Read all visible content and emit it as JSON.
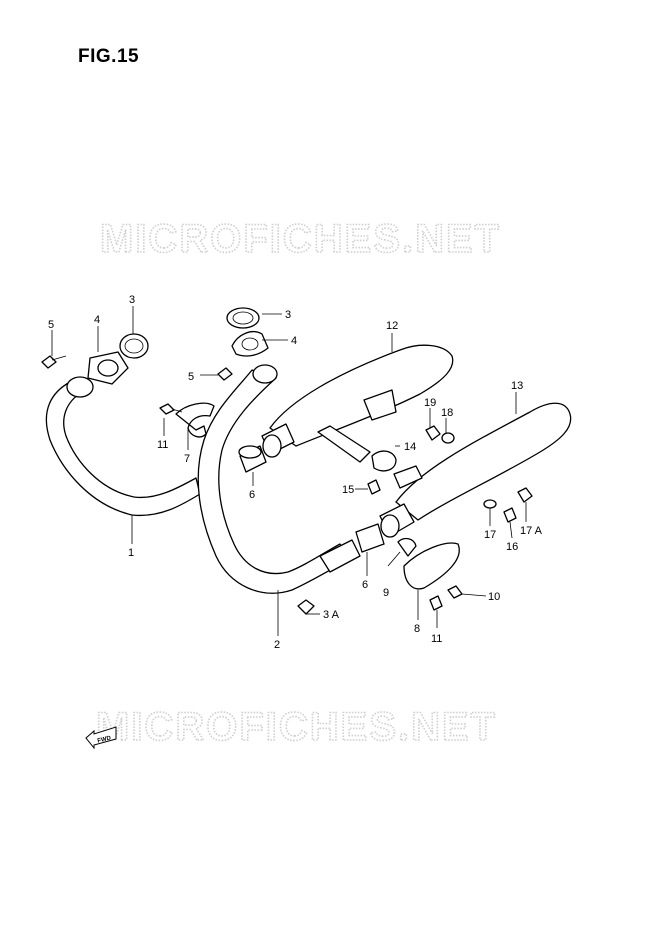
{
  "figure": {
    "title": "FIG.15",
    "watermark_top": "MICROFICHES.NET",
    "watermark_bottom": "MICROFICHES.NET",
    "fwd_label": "FWD"
  },
  "callouts": [
    {
      "id": "c1",
      "text": "1"
    },
    {
      "id": "c2",
      "text": "2"
    },
    {
      "id": "c3a",
      "text": "3"
    },
    {
      "id": "c3b",
      "text": "3"
    },
    {
      "id": "c3A",
      "text": "3 A"
    },
    {
      "id": "c4a",
      "text": "4"
    },
    {
      "id": "c4b",
      "text": "4"
    },
    {
      "id": "c5a",
      "text": "5"
    },
    {
      "id": "c5b",
      "text": "5"
    },
    {
      "id": "c6a",
      "text": "6"
    },
    {
      "id": "c6b",
      "text": "6"
    },
    {
      "id": "c7",
      "text": "7"
    },
    {
      "id": "c8",
      "text": "8"
    },
    {
      "id": "c9",
      "text": "9"
    },
    {
      "id": "c10",
      "text": "10"
    },
    {
      "id": "c11a",
      "text": "11"
    },
    {
      "id": "c11b",
      "text": "11"
    },
    {
      "id": "c12",
      "text": "12"
    },
    {
      "id": "c13",
      "text": "13"
    },
    {
      "id": "c14",
      "text": "14"
    },
    {
      "id": "c15",
      "text": "15"
    },
    {
      "id": "c16",
      "text": "16"
    },
    {
      "id": "c17",
      "text": "17"
    },
    {
      "id": "c17A",
      "text": "17 A"
    },
    {
      "id": "c18",
      "text": "18"
    },
    {
      "id": "c19",
      "text": "19"
    }
  ]
}
